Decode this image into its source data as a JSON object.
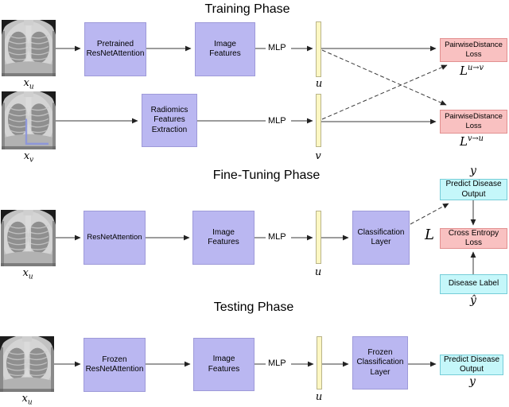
{
  "titles": {
    "training": "Training Phase",
    "finetuning": "Fine-Tuning Phase",
    "testing": "Testing Phase"
  },
  "training": {
    "image_label": {
      "base": "x",
      "sub": "u"
    },
    "radiomics_image_label": {
      "base": "x",
      "sub": "v"
    },
    "pretrained_box": "Pretrained\nResNetAttention",
    "image_features_box": "Image\nFeatures",
    "radiomics_box": "Radiomics\nFeatures\nExtraction",
    "mlp_top": "MLP",
    "mlp_bottom": "MLP",
    "embedding_u": "u",
    "embedding_v": "v",
    "loss_uv_box": "PairwiseDistance\nLoss",
    "loss_vu_box": "PairwiseDistance\nLoss",
    "loss_uv_label": {
      "base": "L",
      "sup": "u→v"
    },
    "loss_vu_label": {
      "base": "L",
      "sup": "v→u"
    }
  },
  "finetuning": {
    "image_label": {
      "base": "x",
      "sub": "u"
    },
    "resnet_box": "ResNetAttention",
    "image_features_box": "Image\nFeatures",
    "mlp": "MLP",
    "embedding": "u",
    "classification_box": "Classification\nLayer",
    "predict_output_box": "Predict Disease\nOutput",
    "predict_output_symbol": "y",
    "loss_symbol": "L",
    "cross_entropy_box": "Cross Entropy\nLoss",
    "disease_label_box": "Disease Label",
    "disease_label_symbol": "ŷ"
  },
  "testing": {
    "image_label": {
      "base": "x",
      "sub": "u"
    },
    "frozen_resnet_box": "Frozen\nResNetAttention",
    "image_features_box": "Image\nFeatures",
    "mlp": "MLP",
    "embedding": "u",
    "frozen_classification_box": "Frozen\nClassification\nLayer",
    "predict_output_box": "Predict Disease\nOutput",
    "predict_output_symbol": "y"
  },
  "colors": {
    "module_fill": "#bab7f1",
    "module_border": "#9e9ad9",
    "embedding_fill": "#fdf7c3",
    "embedding_border": "#b9b489",
    "loss_fill": "#f9c1c1",
    "loss_border": "#e29090",
    "output_fill": "#c5f7fa",
    "output_border": "#76cdd8",
    "arrow": "#333333",
    "xray_annotation": "#8a93dc"
  }
}
